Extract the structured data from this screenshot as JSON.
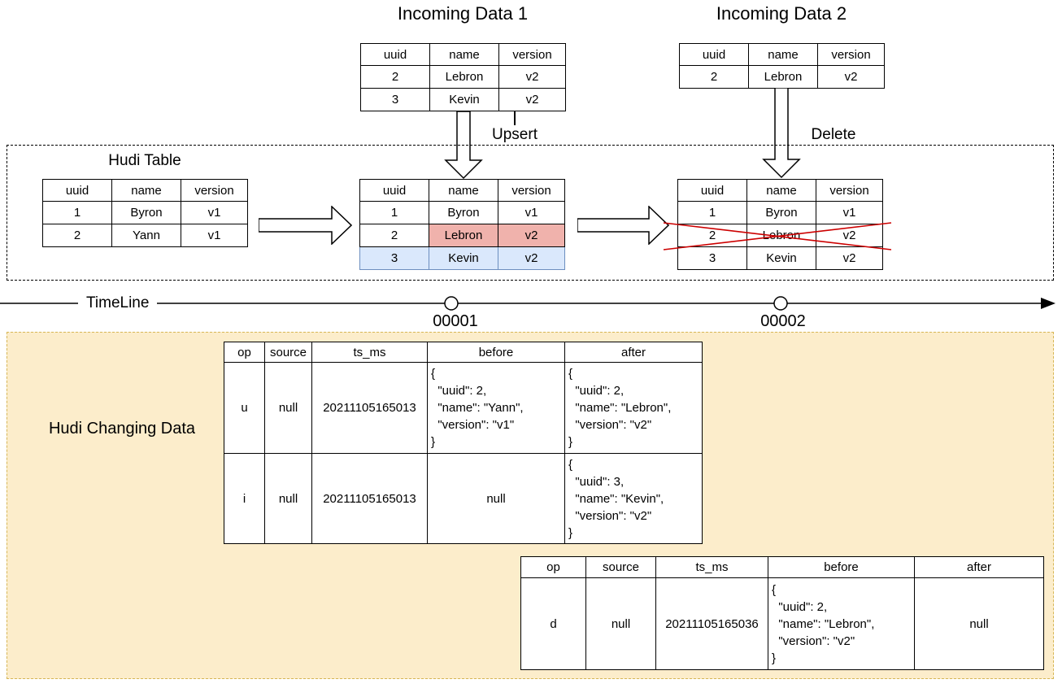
{
  "incoming1": {
    "title": "Incoming Data 1",
    "headers": [
      "uuid",
      "name",
      "version"
    ],
    "rows": [
      [
        "2",
        "Lebron",
        "v2"
      ],
      [
        "3",
        "Kevin",
        "v2"
      ]
    ]
  },
  "incoming2": {
    "title": "Incoming Data 2",
    "headers": [
      "uuid",
      "name",
      "version"
    ],
    "rows": [
      [
        "2",
        "Lebron",
        "v2"
      ]
    ]
  },
  "operations": {
    "upsert": "Upsert",
    "delete": "Delete"
  },
  "hudi": {
    "label": "Hudi Table",
    "initial": {
      "headers": [
        "uuid",
        "name",
        "version"
      ],
      "rows": [
        [
          "1",
          "Byron",
          "v1"
        ],
        [
          "2",
          "Yann",
          "v1"
        ]
      ]
    },
    "after_upsert": {
      "headers": [
        "uuid",
        "name",
        "version"
      ],
      "rows": [
        [
          "1",
          "Byron",
          "v1"
        ],
        [
          "2",
          "Lebron",
          "v2"
        ],
        [
          "3",
          "Kevin",
          "v2"
        ]
      ]
    },
    "after_delete": {
      "headers": [
        "uuid",
        "name",
        "version"
      ],
      "rows": [
        [
          "1",
          "Byron",
          "v1"
        ],
        [
          "2",
          "Lebron",
          "v2"
        ],
        [
          "3",
          "Kevin",
          "v2"
        ]
      ]
    }
  },
  "timeline": {
    "label": "TimeLine",
    "commits": [
      "00001",
      "00002"
    ]
  },
  "changing": {
    "label": "Hudi Changing Data",
    "headers": [
      "op",
      "source",
      "ts_ms",
      "before",
      "after"
    ],
    "table1_rows": [
      {
        "op": "u",
        "source": "null",
        "ts_ms": "20211105165013",
        "before": "{\n  \"uuid\": 2,\n  \"name\": \"Yann\",\n  \"version\": \"v1\"\n}",
        "after": "{\n  \"uuid\": 2,\n  \"name\": \"Lebron\",\n  \"version\": \"v2\"\n}"
      },
      {
        "op": "i",
        "source": "null",
        "ts_ms": "20211105165013",
        "before": "null",
        "after": "{\n  \"uuid\": 3,\n  \"name\": \"Kevin\",\n  \"version\": \"v2\"\n}"
      }
    ],
    "table2_rows": [
      {
        "op": "d",
        "source": "null",
        "ts_ms": "20211105165036",
        "before": "{\n  \"uuid\": 2,\n  \"name\": \"Lebron\",\n  \"version\": \"v2\"\n}",
        "after": "null"
      }
    ]
  },
  "colors": {
    "update_fill": "#f0b2ac",
    "update_stroke": "#b85450",
    "insert_fill": "#dae8fc",
    "insert_stroke": "#6c8ebf",
    "box_fill": "#fcedcb",
    "box_stroke": "#d6b656",
    "delete_cross": "#cc0000"
  }
}
